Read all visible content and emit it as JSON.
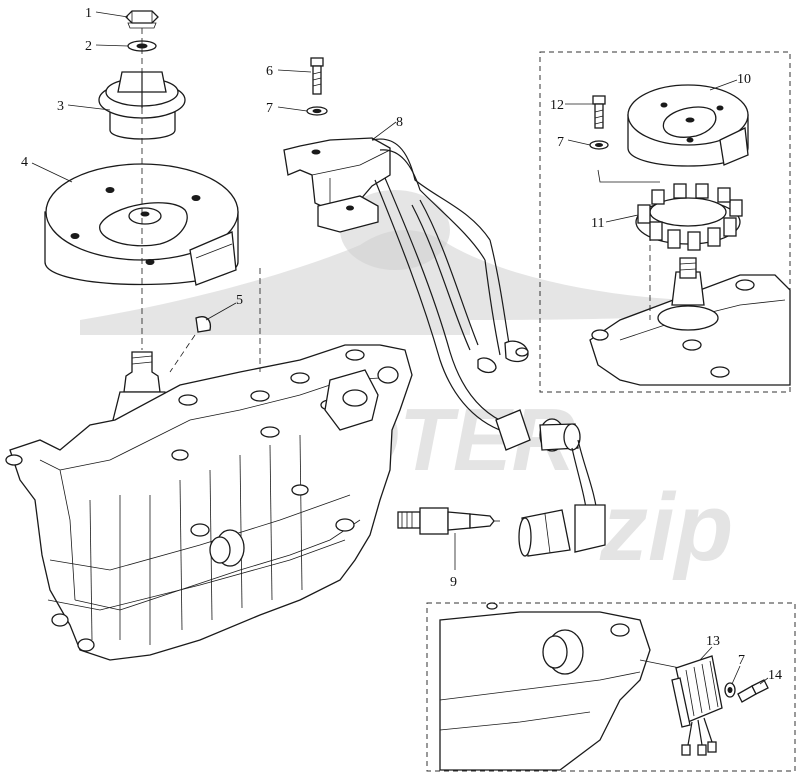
{
  "diagram": {
    "callouts": [
      "1",
      "2",
      "3",
      "4",
      "5",
      "6",
      "7",
      "8",
      "9",
      "10",
      "11",
      "12",
      "7",
      "13",
      "7",
      "14"
    ],
    "watermark": {
      "brand": "SCOOTER",
      "script": "zip"
    }
  }
}
